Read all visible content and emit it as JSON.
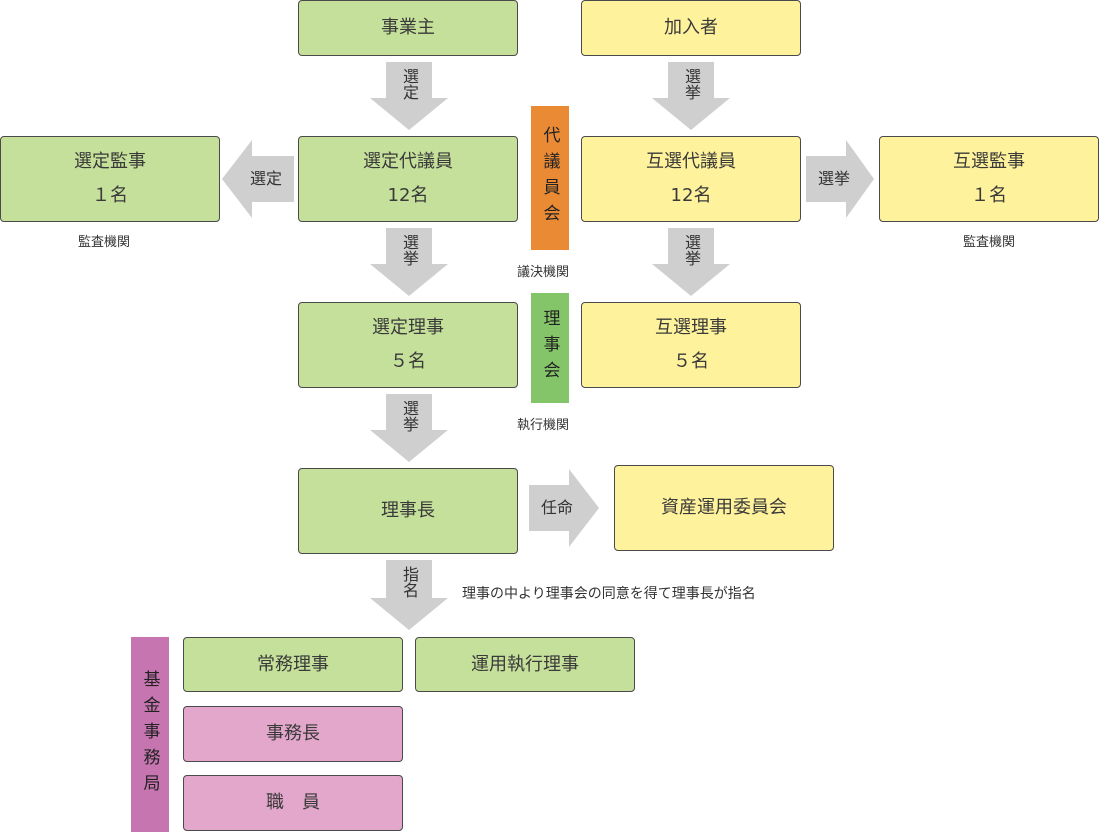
{
  "boxes": {
    "employer": "事業主",
    "member": "加入者",
    "selected_auditor": {
      "title": "選定監事",
      "count": "１名"
    },
    "selected_delegate": {
      "title": "選定代議員",
      "count": "12名"
    },
    "mutual_delegate": {
      "title": "互選代議員",
      "count": "12名"
    },
    "mutual_auditor": {
      "title": "互選監事",
      "count": "１名"
    },
    "selected_director": {
      "title": "選定理事",
      "count": "５名"
    },
    "mutual_director": {
      "title": "互選理事",
      "count": "５名"
    },
    "chairman": "理事長",
    "asset_committee": "資産運用委員会",
    "standing_director": "常務理事",
    "investment_director": "運用執行理事",
    "office_manager": "事務長",
    "staff": "職　員"
  },
  "arrows": {
    "employer_to_delegate": "選定",
    "member_to_delegate": "選挙",
    "delegate_to_auditor_left": "選定",
    "delegate_to_auditor_right": "選挙",
    "delegate_to_director_left": "選挙",
    "delegate_to_director_right": "選挙",
    "director_to_chairman": "選挙",
    "chairman_to_committee": "任命",
    "chairman_to_office": "指名"
  },
  "bodies": {
    "council": "代議員会",
    "board": "理事会",
    "secretariat": "基金事務局"
  },
  "notes": {
    "audit_left": "監査機関",
    "audit_right": "監査機関",
    "decision": "議決機関",
    "execution": "執行機関",
    "appointment": "理事の中より理事会の同意を得て理事長が指名"
  },
  "colors": {
    "green_box": "#c5e09a",
    "yellow_box": "#fff29c",
    "pink_box": "#e3a7cc",
    "arrow": "#cfcfcf",
    "council_bar": "#ea8a35",
    "board_bar": "#85c569",
    "secretariat_bar": "#c775b0"
  }
}
